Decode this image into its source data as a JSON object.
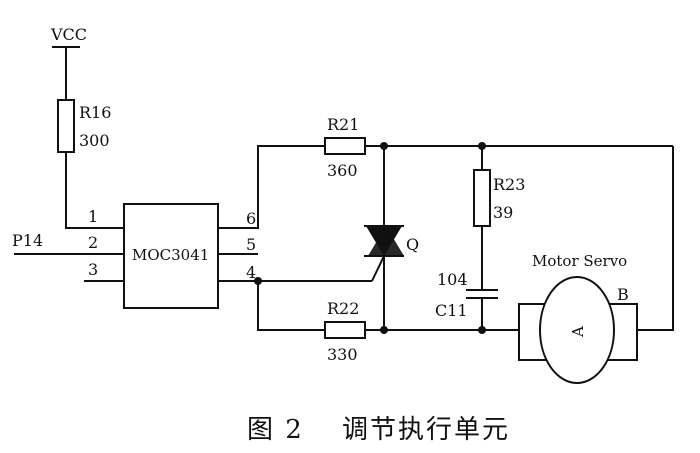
{
  "power": {
    "label": "VCC"
  },
  "r16": {
    "name": "R16",
    "value": "300"
  },
  "r21": {
    "name": "R21",
    "value": "360"
  },
  "r22": {
    "name": "R22",
    "value": "330"
  },
  "r23": {
    "name": "R23",
    "value": "39"
  },
  "c11": {
    "value": "104",
    "name": "C11"
  },
  "optocoupler": {
    "name": "MOC3041",
    "pins": [
      "1",
      "2",
      "3",
      "4",
      "5",
      "6"
    ]
  },
  "input": {
    "label": "P14"
  },
  "triac": {
    "name": "Q"
  },
  "motor": {
    "title": "Motor Servo",
    "terminal_a": "A",
    "terminal_b": "B"
  },
  "caption": {
    "figure": "图 2",
    "title": "调节执行单元"
  }
}
